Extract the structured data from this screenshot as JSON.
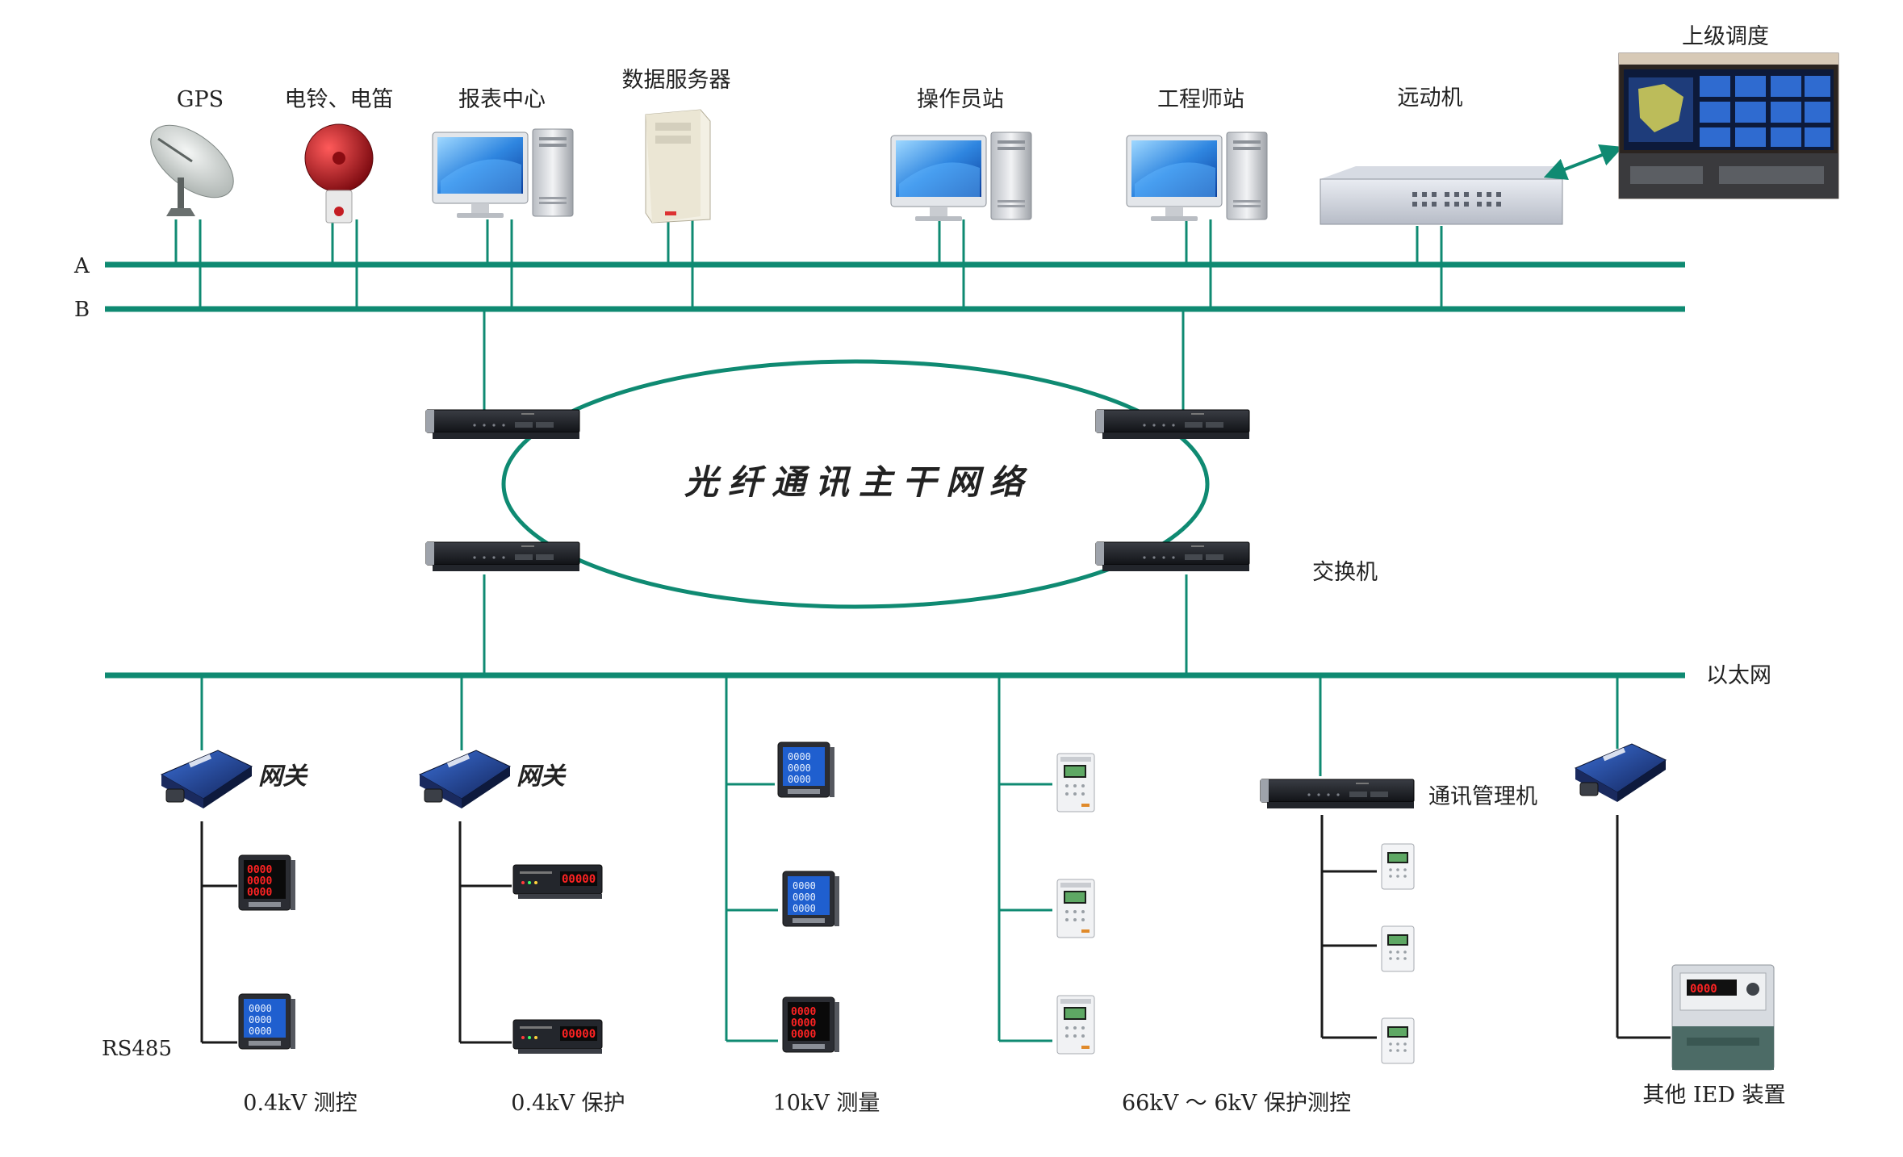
{
  "labels": {
    "gps": "GPS",
    "bell": "电铃、电笛",
    "report": "报表中心",
    "dataserver": "数据服务器",
    "operator": "操作员站",
    "engineer": "工程师站",
    "rtu": "远动机",
    "dispatch": "上级调度",
    "busA": "A",
    "busB": "B",
    "ring": "光纤通讯主干网络",
    "switch": "交换机",
    "ethernet": "以太网",
    "gateway1": "网关",
    "gateway2": "网关",
    "commmgr": "通讯管理机",
    "rs485": "RS485",
    "g1": "0.4kV 测控",
    "g2": "0.4kV 保护",
    "g3": "10kV 测量",
    "g4": "66kV ～ 6kV 保护测控",
    "g5": "其他 IED 装置"
  },
  "meter_readings": [
    "0000",
    "00000"
  ],
  "colors": {
    "bus": "#0f8a72",
    "wire": "#1a1a1a",
    "device_dark": "#1b1d22",
    "screen_blue": "#1f5fcf",
    "led_red": "#ff1f1f",
    "bell_red": "#b3121a"
  }
}
